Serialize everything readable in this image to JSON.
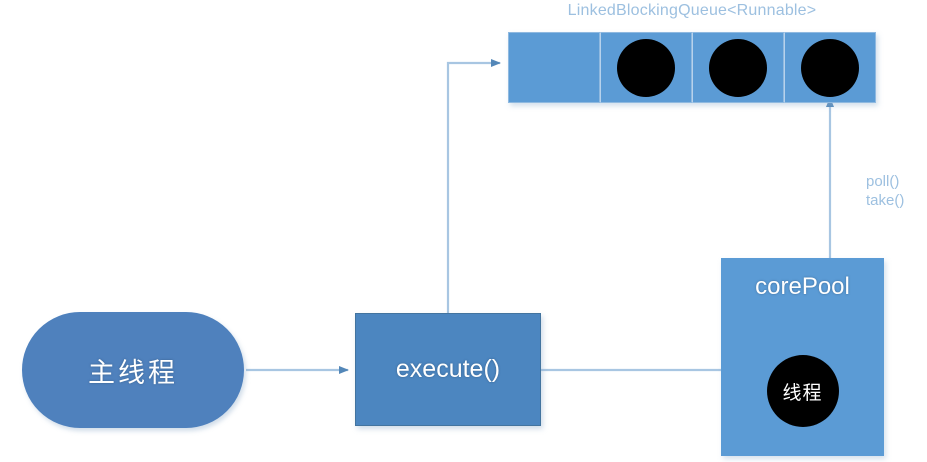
{
  "diagram": {
    "title": "ThreadPoolExecutor execute flow",
    "colors": {
      "shape_blue": "#4F81BD",
      "queue_blue": "#5B9BD5",
      "connector_blue": "#9DC0E0",
      "task_black": "#000000",
      "label_blue": "#9DC0E0",
      "background": "#FFFFFF"
    }
  },
  "queue": {
    "title": "LinkedBlockingQueue<Runnable>",
    "cells": [
      {
        "name": "queue-slot-empty",
        "filled": false
      },
      {
        "name": "queue-slot-task-1",
        "filled": true
      },
      {
        "name": "queue-slot-task-2",
        "filled": true
      },
      {
        "name": "queue-slot-task-3",
        "filled": true
      }
    ]
  },
  "nodes": {
    "main_thread": {
      "label": "主线程",
      "shape": "rounded-pill"
    },
    "execute": {
      "label": "execute()",
      "shape": "rectangle"
    },
    "core_pool": {
      "label": "corePool",
      "shape": "rectangle"
    },
    "core_pool_thread": {
      "label": "线程",
      "shape": "circle"
    }
  },
  "edges": {
    "main_to_execute": {
      "label": "",
      "arrow": true
    },
    "execute_to_queue": {
      "label": "",
      "arrow": true
    },
    "execute_to_corepool": {
      "label": "",
      "arrow": false
    },
    "corepool_to_queue": {
      "label": "poll()\ntake()",
      "arrow": true,
      "label_line_1": "poll()",
      "label_line_2": "take()"
    }
  }
}
